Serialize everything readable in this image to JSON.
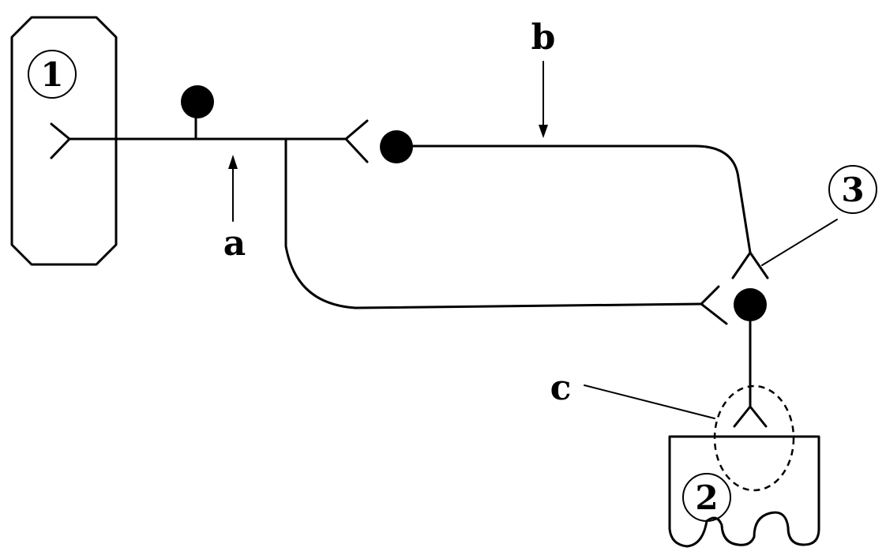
{
  "labels": {
    "a": "a",
    "b": "b",
    "c": "c",
    "n1": "1",
    "n2": "2",
    "n3": "3"
  },
  "colors": {
    "ink": "#000000",
    "background": "#ffffff"
  }
}
